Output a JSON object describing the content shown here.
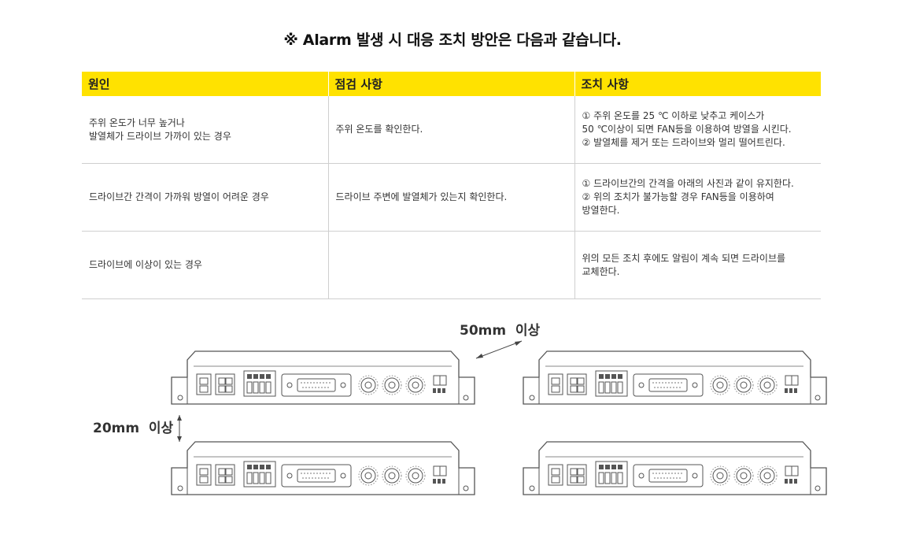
{
  "title": "※ Alarm 발생 시 대응 조치 방안은 다음과 같습니다.",
  "table": {
    "headers": [
      "원인",
      "점검 사항",
      "조치 사항"
    ],
    "rows": [
      {
        "cause": "주위 온도가 너무 높거나\n발열체가 드라이브 가까이 있는 경우",
        "check": "주위 온도를 확인한다.",
        "actions": [
          "① 주위 온도를 25 ℃ 이하로 낮추고 케이스가\n    50 ℃이상이 되면 FAN등을 이용하여 방열을 시킨다.",
          "② 발열체를 제거 또는 드라이브와 멀리 떨어트린다."
        ]
      },
      {
        "cause": "드라이브간 간격이 가까워 방열이 어려운 경우",
        "check": "드라이브 주변에 발열체가 있는지 확인한다.",
        "actions": [
          "① 드라이브간의 간격을 아래의 사진과 같이 유지한다.",
          "② 위의 조치가 불가능할 경우 FAN등을 이용하여\n    방열한다."
        ]
      },
      {
        "cause": "드라이브에 이상이 있는 경우",
        "check": "",
        "actions": [
          "위의 모든 조치 후에도 알림이 계속 되면 드라이브를\n교체한다."
        ]
      }
    ]
  },
  "diagram": {
    "horizontal_gap_label": "50mm  이상",
    "vertical_gap_label": "20mm  이상"
  }
}
